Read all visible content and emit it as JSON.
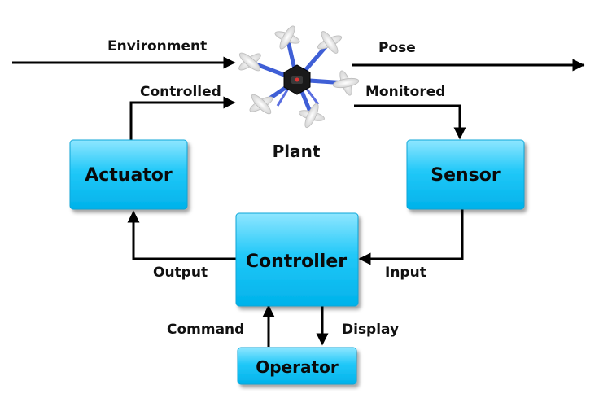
{
  "labels": {
    "environment": "Environment",
    "pose": "Pose",
    "controlled": "Controlled",
    "monitored": "Monitored",
    "plant": "Plant",
    "output": "Output",
    "input": "Input",
    "command": "Command",
    "display": "Display"
  },
  "blocks": {
    "actuator": "Actuator",
    "sensor": "Sensor",
    "controller": "Controller",
    "operator": "Operator"
  },
  "colors": {
    "box_top": "#7fe2ff",
    "box_bottom": "#00b8f0",
    "arrow": "#000000",
    "drone_body": "#1a1a1a",
    "drone_arms": "#4a66d8"
  },
  "icons": {
    "plant": "hexacopter-drone-icon"
  }
}
